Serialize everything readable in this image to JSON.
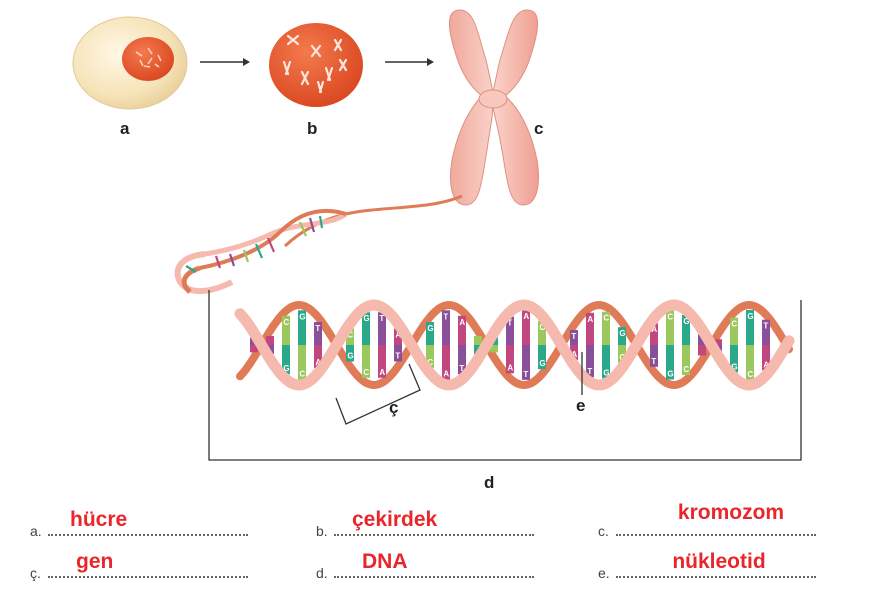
{
  "labels": {
    "a": "a",
    "b": "b",
    "c": "c",
    "d": "d",
    "cc": "ç",
    "e": "e"
  },
  "bases": [
    "T",
    "A",
    "C",
    "G"
  ],
  "colors": {
    "cell_outer": "#f7e8c4",
    "nucleus": "#e8532a",
    "chromosome": "#f4b8ad",
    "backbone_front": "#f5b9ad",
    "backbone_back": "#e07b58",
    "answer": "#e8262b",
    "base_T": "#8a4f9a",
    "base_A": "#c2477e",
    "base_C": "#9bc85c",
    "base_G": "#2aa889"
  },
  "answers": [
    {
      "letter": "a.",
      "text": "hücre"
    },
    {
      "letter": "b.",
      "text": "çekirdek"
    },
    {
      "letter": "c.",
      "text": "kromozom"
    },
    {
      "letter": "ç.",
      "text": "gen"
    },
    {
      "letter": "d.",
      "text": "DNA"
    },
    {
      "letter": "e.",
      "text": "nükleotid"
    }
  ]
}
